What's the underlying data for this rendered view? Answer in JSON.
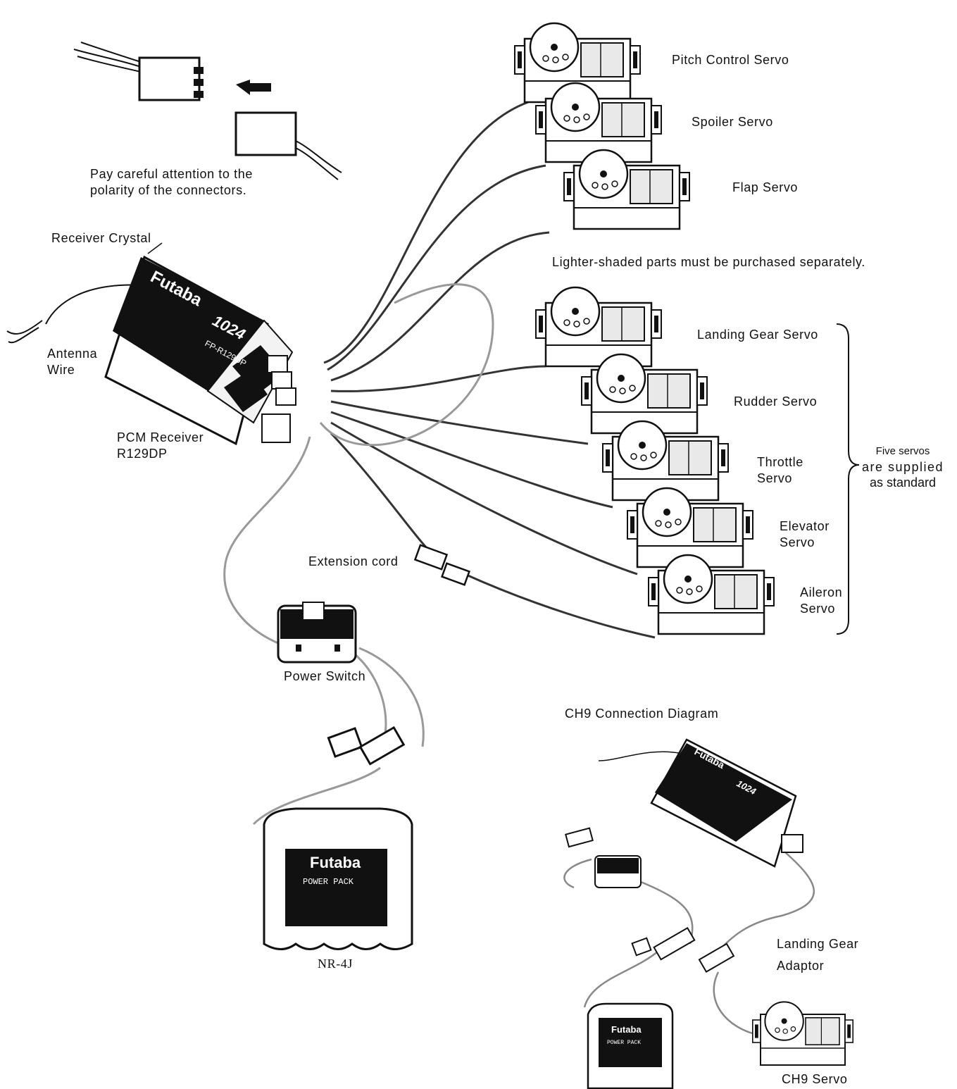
{
  "labels": {
    "polarity_line1": "Pay careful attention to the",
    "polarity_line2": "polarity of the connectors.",
    "receiver_crystal": "Receiver Crystal",
    "antenna_line1": "Antenna",
    "antenna_line2": "Wire",
    "pcm_receiver_line1": "PCM Receiver",
    "pcm_receiver_line2": "R129DP",
    "pitch_control_servo": "Pitch Control Servo",
    "spoiler_servo": "Spoiler Servo",
    "flap_servo": "Flap Servo",
    "lighter_shaded_note": "Lighter-shaded parts must be purchased separately.",
    "landing_gear_servo": "Landing Gear Servo",
    "rudder_servo": "Rudder Servo",
    "throttle_line1": "Throttle",
    "throttle_line2": "Servo",
    "elevator_line1": "Elevator",
    "elevator_line2": "Servo",
    "aileron_line1": "Aileron",
    "aileron_line2": "Servo",
    "five_servos_line1": "Five servos",
    "five_servos_line2": "are supplied",
    "five_servos_line3": "as standard",
    "extension_cord": "Extension cord",
    "power_switch": "Power Switch",
    "battery_model": "NR-4J",
    "ch9_title": "CH9 Connection Diagram",
    "landing_gear_adaptor_line1": "Landing Gear",
    "landing_gear_adaptor_line2": "Adaptor",
    "ch9_servo": "CH9 Servo"
  },
  "device_markings": {
    "receiver_brand": "Futaba",
    "receiver_model": "1024",
    "receiver_part": "FP-R129DP",
    "battery_brand": "Futaba",
    "battery_type": "POWER PACK"
  }
}
